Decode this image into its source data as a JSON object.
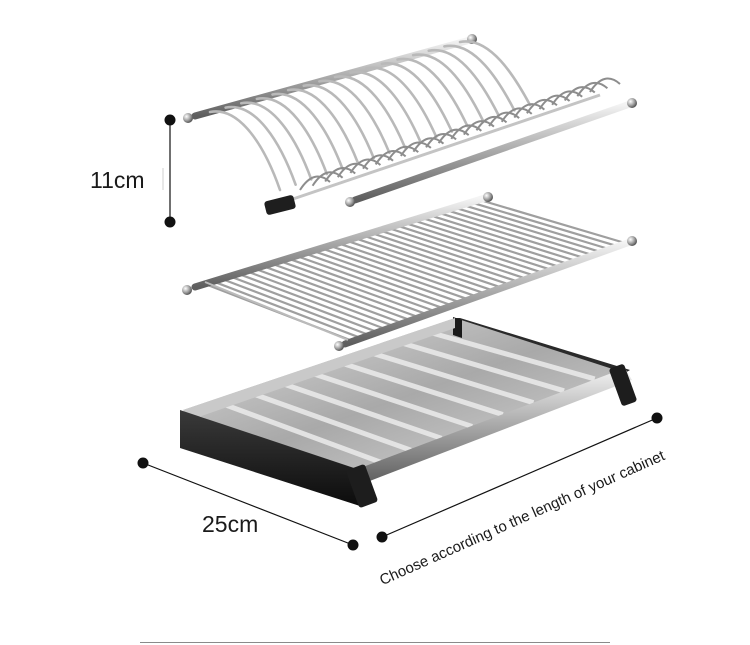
{
  "dimensions": {
    "height_label": "11cm",
    "depth_label": "25cm",
    "length_note": "Choose according to the length of your cabinet"
  },
  "product": {
    "parts": [
      "plate-rack",
      "cup-rack",
      "drip-tray"
    ]
  },
  "colors": {
    "steel_light": "#e9e9e9",
    "steel_mid": "#b5b5b5",
    "steel_dark": "#6d6d6d",
    "frame_black": "#1b1b1b",
    "dimension_line": "#111111"
  }
}
